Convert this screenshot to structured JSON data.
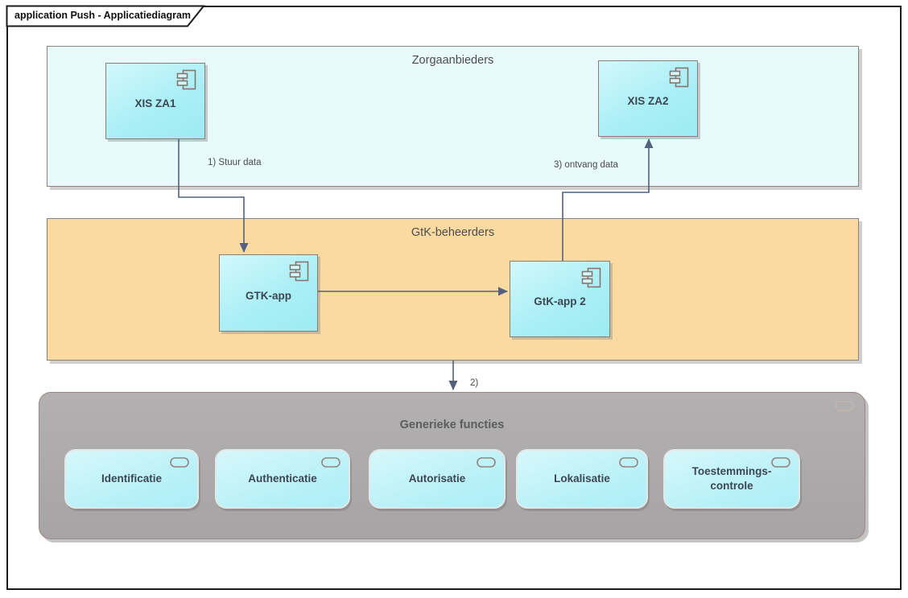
{
  "frame": {
    "title": "application Push - Applicatiediagram"
  },
  "containers": {
    "zorgaanbieders": {
      "label": "Zorgaanbieders",
      "fill": "#e9fafd"
    },
    "gtk_beheerders": {
      "label": "GtK-beheerders",
      "fill": "#fbdaa2"
    },
    "generieke_functies": {
      "label": "Generieke functies",
      "fill": "#a8a6a6"
    }
  },
  "components": [
    {
      "id": "xis-za1",
      "label": "XIS ZA1"
    },
    {
      "id": "xis-za2",
      "label": "XIS ZA2"
    },
    {
      "id": "gtk-app",
      "label": "GTK-app"
    },
    {
      "id": "gtk-app-2",
      "label": "GtK-app 2"
    }
  ],
  "services": [
    {
      "label": "Identificatie"
    },
    {
      "label": "Authenticatie"
    },
    {
      "label": "Autorisatie"
    },
    {
      "label": "Lokalisatie"
    },
    {
      "label": "Toestemmings-controle"
    }
  ],
  "connections": [
    {
      "label": "1) Stuur data"
    },
    {
      "label": "2)"
    },
    {
      "label": "3) ontvang data"
    }
  ],
  "colors": {
    "component_fill": "#aceff6",
    "connector": "#53617c",
    "container_border": "#8c8279"
  }
}
